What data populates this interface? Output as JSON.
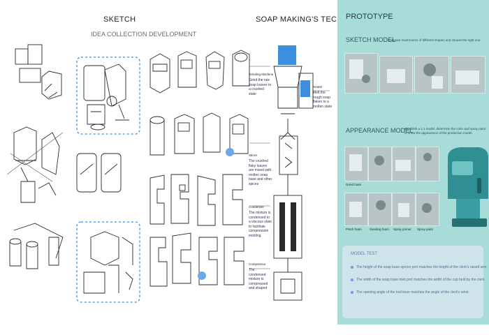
{
  "left": {
    "sketch_title": "SKETCH",
    "idea_collection": "IDEA COLLECTION",
    "development": "DEVELOPMENT",
    "technique_title": "SOAP MAKING'S TECHNIQUE",
    "technique_steps": [
      {
        "label": "Grinding Machine",
        "text": "Grind the raw soap loaves to a crushed state"
      },
      {
        "label": "Heater",
        "text": "Melt the rough soap flakes to a molten state"
      },
      {
        "label": "Stirrer",
        "text": "The crushed flaky loaves are mixed with molten soap base and other spices"
      },
      {
        "label": "Condenser",
        "text": "The mixture is condensed to a viscous state to facilitate compression molding"
      },
      {
        "label": "Compressor",
        "text": "The condensed mixture is compressed and shaped"
      }
    ]
  },
  "right": {
    "prototype_title": "PROTOTYPE",
    "sketch_model_title": "SKETCH MODEL",
    "sketch_model_text": "Compare mushrooms of different shapes and choose the right one.",
    "appearance_model_title": "APPEARANCE MODEL",
    "appearance_model_text": "Establish a 1:1 model, determine the color and spray paint to show the appearance of the production model.",
    "photo_labels": [
      "Grind foam",
      "Patch foam",
      "Sanding foam",
      "Spray primer",
      "Spray paint"
    ],
    "model_test": {
      "title": "MODEL TEST",
      "items": [
        "The height of the soap base ejector port matches the height of the clerk's raised arm.",
        "The width of the soap base inlet port matches the width of the cup held by the clerk.",
        "The opening angle of the tool lever matches the angle of the clerk's wrist."
      ]
    }
  },
  "colors": {
    "prototype_panel": "#a8dcd9",
    "accent_blue": "#3a8fe0",
    "teal_model": "#2f8f92"
  }
}
